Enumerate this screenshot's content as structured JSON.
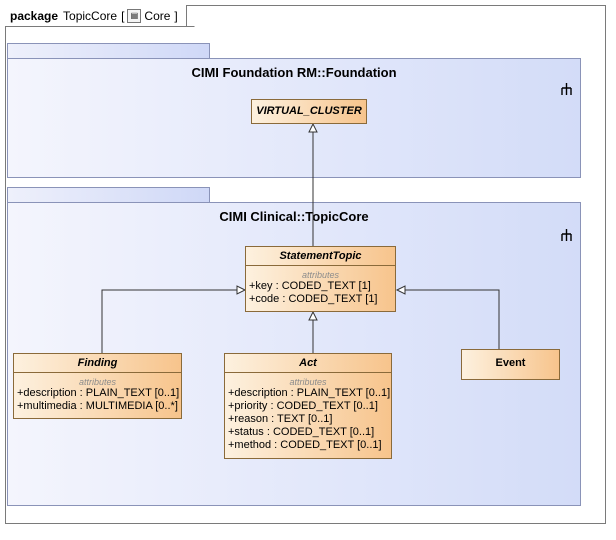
{
  "frame": {
    "keyword": "package",
    "name": "TopicCore",
    "bracket_open": "[",
    "diagram_icon": "class-diagram-icon",
    "diagram_name": "Core",
    "bracket_close": "]"
  },
  "packages": [
    {
      "title": "CIMI Foundation RM::Foundation",
      "icon": "package-structure-icon"
    },
    {
      "title": "CIMI Clinical::TopicCore",
      "icon": "package-structure-icon"
    }
  ],
  "classes": {
    "virtual_cluster": {
      "name": "VIRTUAL_CLUSTER",
      "abstract": true
    },
    "statement_topic": {
      "name": "StatementTopic",
      "abstract": true,
      "section": "attributes",
      "attributes": [
        "+key : CODED_TEXT [1]",
        "+code : CODED_TEXT [1]"
      ]
    },
    "finding": {
      "name": "Finding",
      "abstract": true,
      "section": "attributes",
      "attributes": [
        "+description : PLAIN_TEXT [0..1]",
        "+multimedia : MULTIMEDIA [0..*]"
      ]
    },
    "act": {
      "name": "Act",
      "abstract": true,
      "section": "attributes",
      "attributes": [
        "+description : PLAIN_TEXT [0..1]",
        "+priority : CODED_TEXT [0..1]",
        "+reason : TEXT [0..1]",
        "+status : CODED_TEXT [0..1]",
        "+method : CODED_TEXT [0..1]"
      ]
    },
    "event": {
      "name": "Event",
      "abstract": false
    }
  },
  "relations": [
    {
      "type": "generalization",
      "from": "StatementTopic",
      "to": "VIRTUAL_CLUSTER"
    },
    {
      "type": "generalization",
      "from": "Finding",
      "to": "StatementTopic"
    },
    {
      "type": "generalization",
      "from": "Act",
      "to": "StatementTopic"
    },
    {
      "type": "generalization",
      "from": "Event",
      "to": "StatementTopic"
    }
  ],
  "colors": {
    "class_fill_light": "#fdf1df",
    "class_fill_dark": "#f7c48c",
    "package_fill": "#d3dcf8",
    "border": "#8a6a3a"
  }
}
